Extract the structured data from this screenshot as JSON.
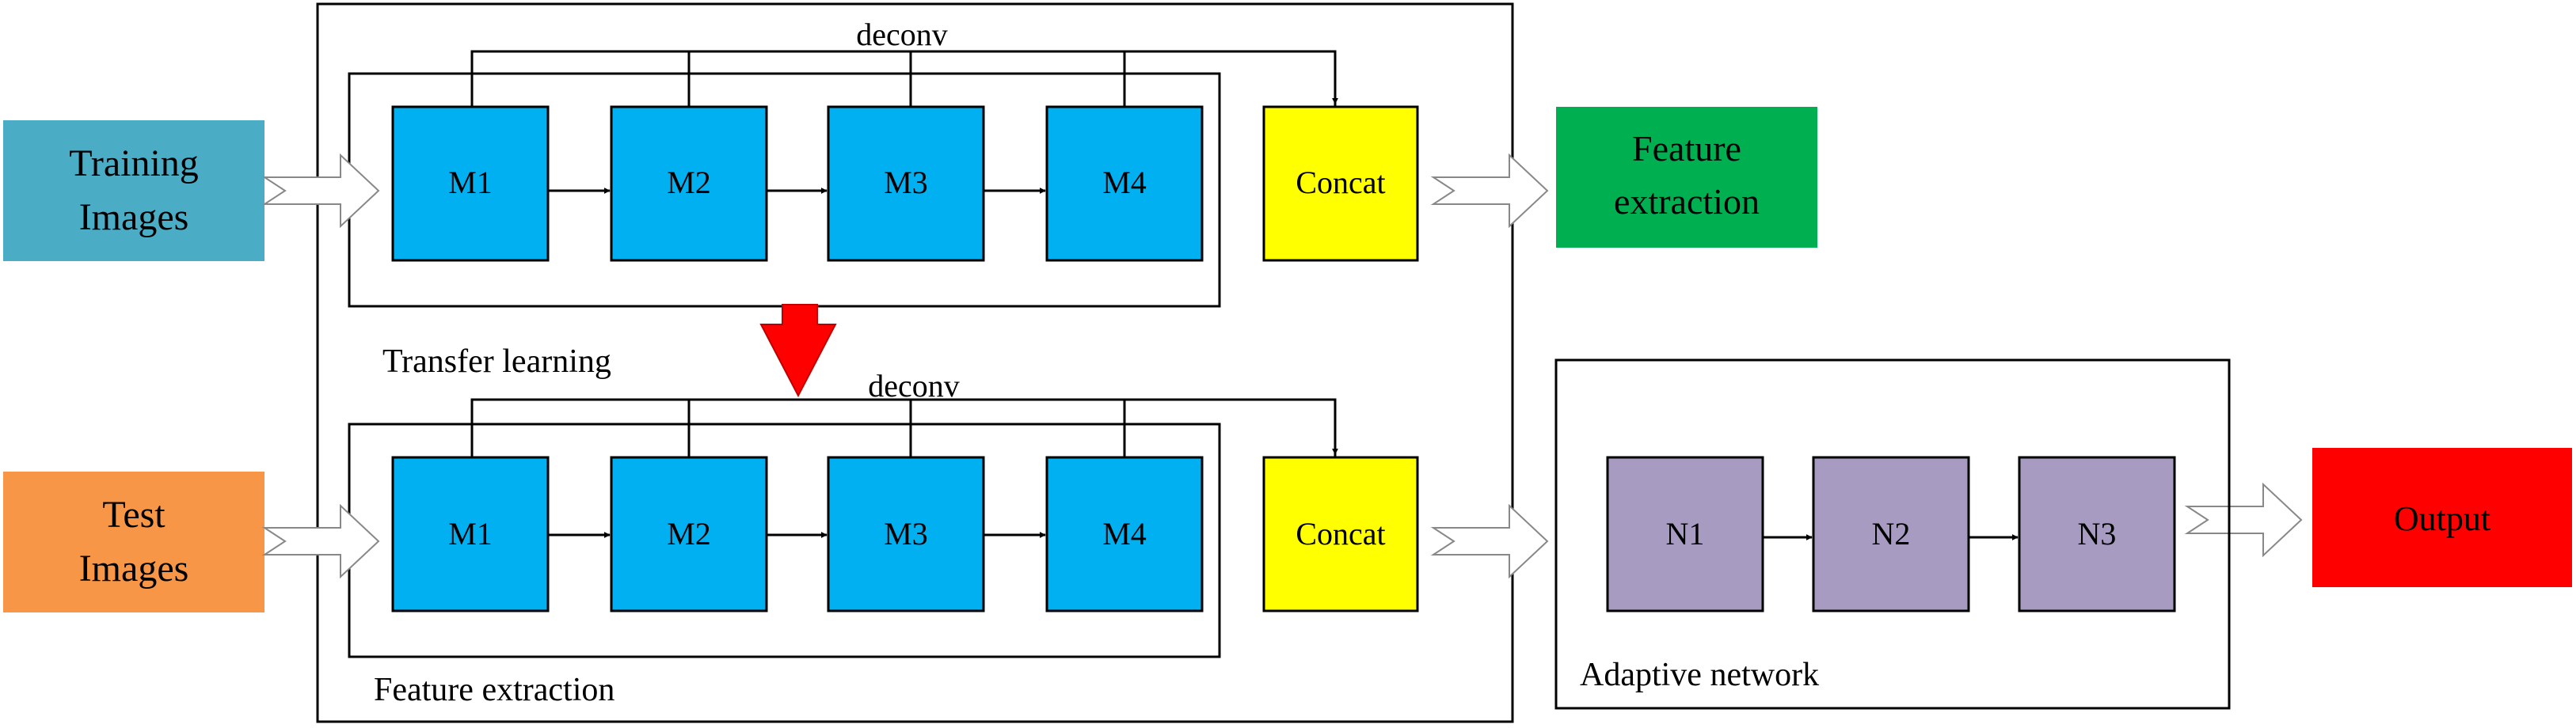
{
  "inputs": {
    "training": {
      "line1": "Training",
      "line2": "Images",
      "color": "#4BACC6"
    },
    "test": {
      "line1": "Test",
      "line2": "Images",
      "color": "#F79646"
    }
  },
  "top_branch": {
    "modules": [
      "M1",
      "M2",
      "M3",
      "M4"
    ],
    "deconv_label": "deconv",
    "concat_label": "Concat"
  },
  "bottom_branch": {
    "modules": [
      "M1",
      "M2",
      "M3",
      "M4"
    ],
    "deconv_label": "deconv",
    "concat_label": "Concat"
  },
  "transfer_label": "Transfer learning",
  "feature_extraction_caption": "Feature extraction",
  "feature_output": {
    "line1": "Feature",
    "line2": "extraction",
    "color": "#00B050"
  },
  "adaptive": {
    "caption": "Adaptive network",
    "nodes": [
      "N1",
      "N2",
      "N3"
    ],
    "node_color": "#A89BC2"
  },
  "output": {
    "label": "Output",
    "color": "#FF0000"
  },
  "colors": {
    "module": "#00B0F0",
    "concat": "#FFFF00",
    "transfer_arrow": "#FF0000"
  }
}
